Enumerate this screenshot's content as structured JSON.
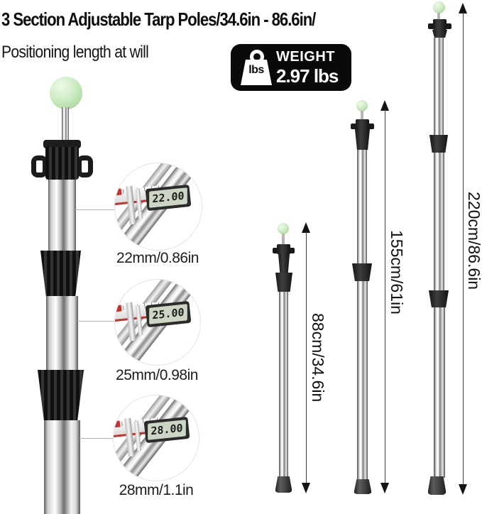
{
  "header": {
    "title": "3 Section Adjustable Tarp Poles/34.6in - 86.6in/",
    "subtitle": "Positioning length at will"
  },
  "weight_badge": {
    "unit": "lbs",
    "label": "WEIGHT",
    "value": "2.97 lbs"
  },
  "calipers": [
    {
      "reading": "22.00",
      "label": "22mm/0.86in"
    },
    {
      "reading": "25.00",
      "label": "25mm/0.98in"
    },
    {
      "reading": "28.00",
      "label": "28mm/1.1in"
    }
  ],
  "heights": [
    {
      "label": "88cm/34.6in"
    },
    {
      "label": "155cm/61in"
    },
    {
      "label": "220cm/86.6in"
    }
  ],
  "colors": {
    "badge_bg": "#0a0a0a",
    "ball_green": "#cdecc3",
    "caliper_red": "#c4302b",
    "lcd_green": "#ccd6c4"
  }
}
